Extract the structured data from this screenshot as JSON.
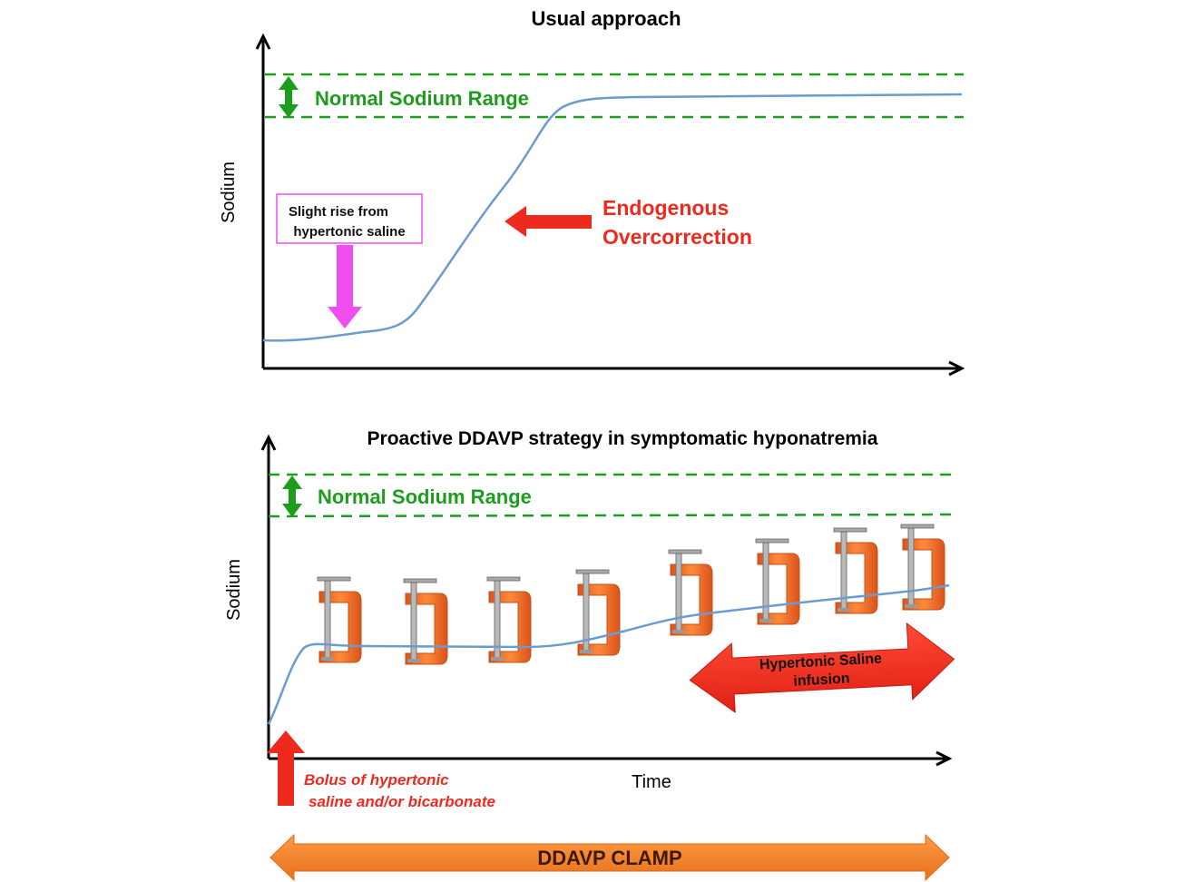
{
  "top": {
    "title": "Usual approach",
    "ylabel": "Sodium",
    "normal_range_label": "Normal Sodium Range",
    "annotation_slight_line1": "Slight rise from",
    "annotation_slight_line2": "hypertonic saline",
    "annotation_over_line1": "Endogenous",
    "annotation_over_line2": "Overcorrection"
  },
  "bottom": {
    "title": "Proactive DDAVP strategy in symptomatic hyponatremia",
    "ylabel": "Sodium",
    "xlabel": "Time",
    "normal_range_label": "Normal Sodium Range",
    "bolus_line1": "Bolus of hypertonic",
    "bolus_line2": "saline and/or bicarbonate",
    "infusion_line1": "Hypertonic Saline",
    "infusion_line2": "infusion",
    "clamp_count": 8
  },
  "clamp_bar_label": "DDAVP CLAMP",
  "colors": {
    "curve": "#6a9bd1",
    "range_lines": "#1e9c1e",
    "red_arrow": "#ee2a1e",
    "pink_arrow": "#f04ef0",
    "orange": "#f47a1f",
    "clamp_orange": "#f06d22"
  }
}
